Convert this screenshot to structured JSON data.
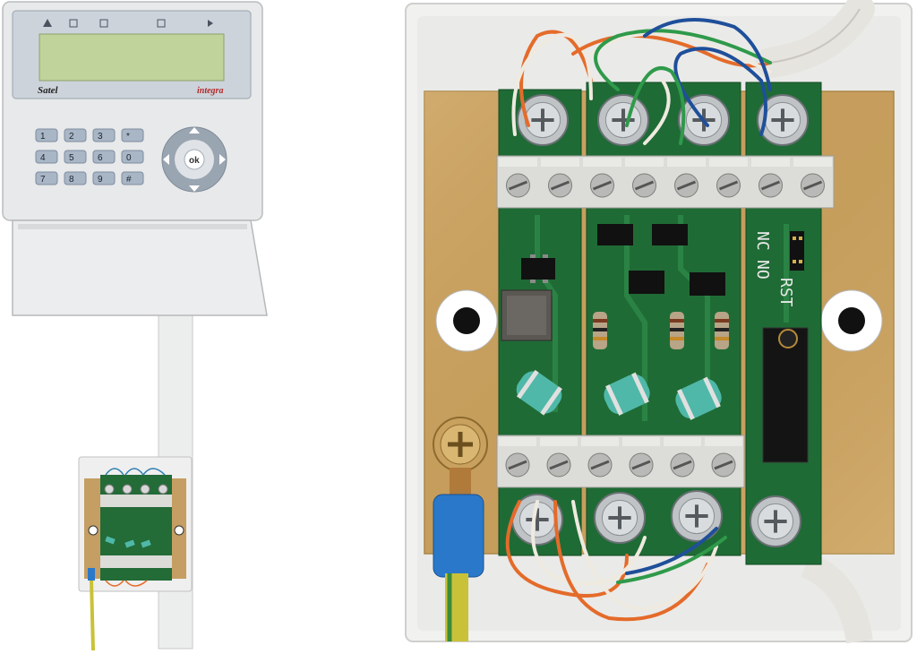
{
  "keypad": {
    "brand": "Satel",
    "model": "integra",
    "ok_label": "ok",
    "keys": [
      "1",
      "2",
      "3",
      "*",
      "4",
      "5",
      "6",
      "0",
      "7",
      "8",
      "9",
      "#"
    ]
  },
  "board": {
    "jumper_labels": [
      "NC",
      "NO"
    ],
    "rst_label": "RST"
  },
  "colors": {
    "housing": "#e9ebec",
    "lcd": "#bfd39a",
    "board_green": "#1f6b35",
    "brass": "#c9a15f",
    "terminal": "#dcdcd8",
    "varistor": "#4fb8a8",
    "ground_wire": "#c9c238"
  }
}
